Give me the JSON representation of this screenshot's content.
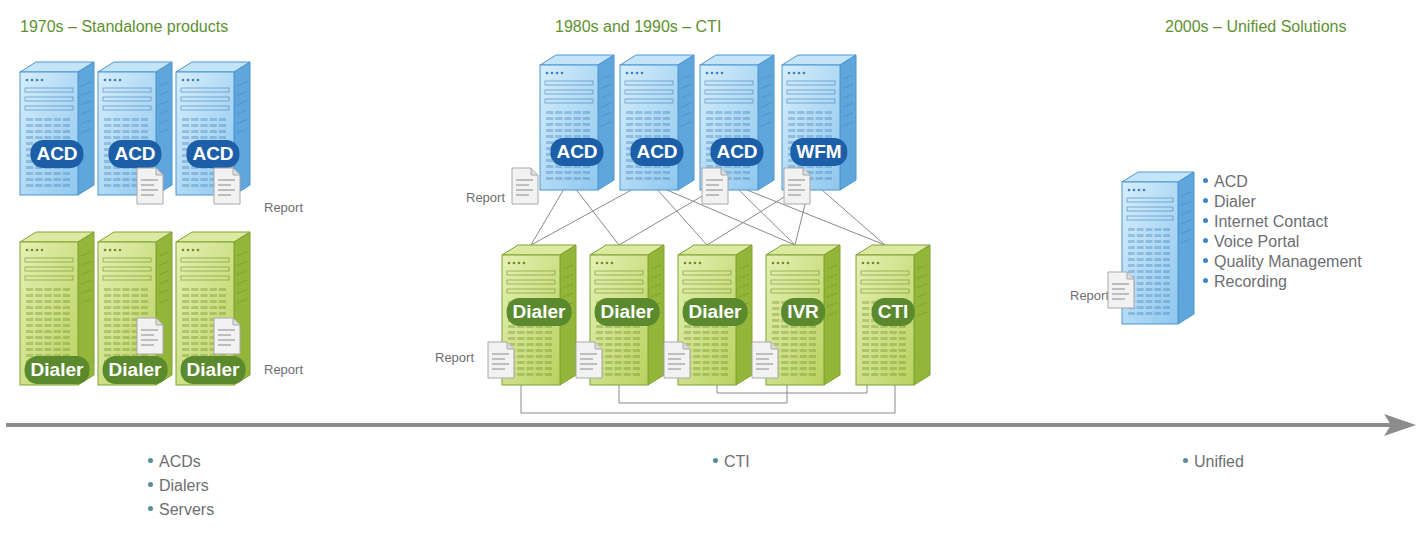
{
  "diagram": {
    "nodes": [
      {
        "text": [
          "ACD"
        ]
      },
      {
        "text": [
          "ACD"
        ]
      },
      {
        "text": [
          "ACD"
        ]
      },
      {
        "text": [
          "Dialer"
        ]
      },
      {
        "text": [
          "Dialer"
        ]
      },
      {
        "text": [
          "Dialer"
        ]
      },
      {
        "text": [
          "ACD"
        ]
      },
      {
        "text": [
          "ACD"
        ]
      },
      {
        "text": [
          "ACD"
        ]
      },
      {
        "text": [
          "WFM"
        ]
      },
      {
        "text": [
          "Dialer"
        ]
      },
      {
        "text": [
          "Dialer"
        ]
      },
      {
        "text": [
          "Dialer"
        ]
      },
      {
        "text": [
          "IVR"
        ]
      },
      {
        "text": [
          "CTI"
        ]
      }
    ],
    "edges": [
      {
        "from": 6,
        "to": 10,
        "arrow": "none"
      },
      {
        "from": 6,
        "to": 11,
        "arrow": "none"
      },
      {
        "from": 7,
        "to": 10,
        "arrow": "none"
      },
      {
        "from": 7,
        "to": 12,
        "arrow": "none"
      },
      {
        "from": 7,
        "to": 13,
        "arrow": "none"
      },
      {
        "from": 8,
        "to": 11,
        "arrow": "none"
      },
      {
        "from": 8,
        "to": 13,
        "arrow": "none"
      },
      {
        "from": 8,
        "to": 14,
        "arrow": "none"
      },
      {
        "from": 9,
        "to": 12,
        "arrow": "none"
      },
      {
        "from": 9,
        "to": 13,
        "arrow": "none"
      },
      {
        "from": 9,
        "to": 14,
        "arrow": "none"
      },
      {
        "from": 10,
        "to": 14,
        "arrow": "none"
      },
      {
        "from": 11,
        "to": 13,
        "arrow": "none"
      },
      {
        "from": 12,
        "to": 14,
        "arrow": "none"
      }
    ],
    "labels": [
      "1970s – Standalone products",
      "1980s and 1990s – CTI",
      "2000s – Unified Solutions",
      "Report",
      "Report",
      "Report",
      "Report",
      "Report",
      "ACD",
      "Dialer",
      "Internet Contact",
      "Voice Portal",
      "Quality Management",
      "Recording",
      "ACDs",
      "Dialers",
      "Servers",
      "CTI",
      "Unified"
    ]
  }
}
